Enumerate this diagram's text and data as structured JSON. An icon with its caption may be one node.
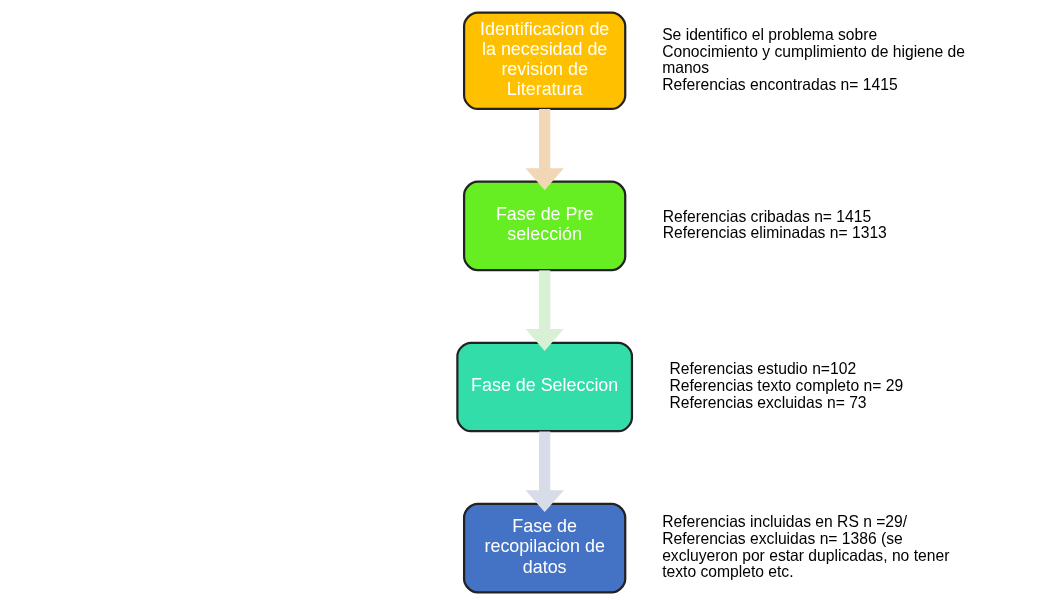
{
  "diagram": {
    "nodes": [
      {
        "text": [
          "Identificacion de la necesidad de revision de Literatura"
        ],
        "beside": [
          "Se identifico el problema sobre Conocimiento y cumplimiento de higiene de manos",
          "Referencias encontradas n= 1415"
        ]
      },
      {
        "text": [
          "Fase de Pre selección"
        ],
        "beside": [
          "Referencias cribadas n= 1415",
          "Referencias eliminadas n= 1313"
        ]
      },
      {
        "text": [
          "Fase de Seleccion"
        ],
        "beside": [
          "Referencias estudio n=102",
          "Referencias texto completo n= 29",
          "Referencias excluidas n= 73"
        ]
      },
      {
        "text": [
          "Fase de recopilacion de datos"
        ],
        "beside": [
          "Referencias incluidas en RS n =29/ Referencias excluidas n= 1386 (se excluyeron por estar duplicadas, no tener texto completo etc."
        ]
      }
    ],
    "edges": [
      {
        "from": 0,
        "to": 1,
        "arrow": "to",
        "color": "#f2d7b6"
      },
      {
        "from": 1,
        "to": 2,
        "arrow": "to",
        "color": "#d8f0d4"
      },
      {
        "from": 2,
        "to": 3,
        "arrow": "to",
        "color": "#d8dbe8"
      }
    ]
  }
}
